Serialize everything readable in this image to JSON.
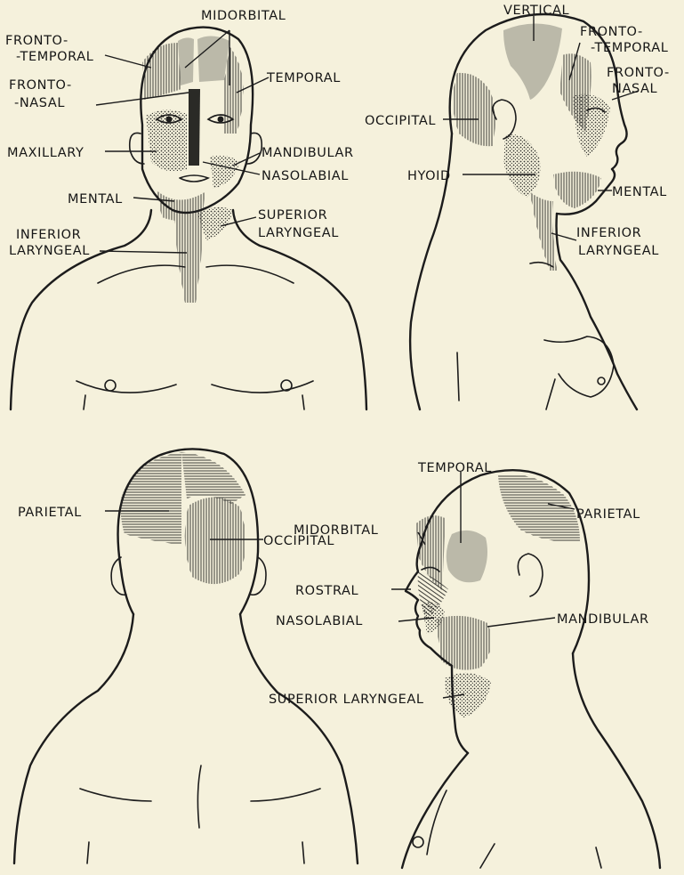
{
  "figure": {
    "panels": [
      {
        "id": "front",
        "labels": {
          "midorbital": "Midorbital",
          "fronto_temporal": "Fronto-\n-Temporal",
          "fronto_nasal": "Fronto-\n-Nasal",
          "temporal": "Temporal",
          "maxillary": "Maxillary",
          "mandibular": "Mandibular",
          "nasolabial": "Nasolabial",
          "mental": "Mental",
          "superior_laryngeal": "Superior\nLaryngeal",
          "inferior_laryngeal": "Inferior\nLaryngeal"
        }
      },
      {
        "id": "right-profile",
        "labels": {
          "vertical": "Vertical",
          "fronto_temporal": "Fronto-\n-Temporal",
          "fronto_nasal": "Fronto-\nNasal",
          "occipital": "Occipital",
          "hyoid": "Hyoid",
          "mental": "Mental",
          "inferior_laryngeal": "Inferior\nLaryngeal"
        }
      },
      {
        "id": "back",
        "labels": {
          "parietal": "Parietal",
          "occipital": "Occipital"
        }
      },
      {
        "id": "left-profile",
        "labels": {
          "temporal": "Temporal",
          "parietal": "Parietal",
          "midorbital": "Midorbital",
          "rostral": "Rostral",
          "nasolabial": "Nasolabial",
          "mandibular": "Mandibular",
          "superior_laryngeal": "Superior Laryngeal"
        }
      }
    ]
  },
  "colors": {
    "paper": "#f5f1dc",
    "ink": "#1c1c1c"
  }
}
